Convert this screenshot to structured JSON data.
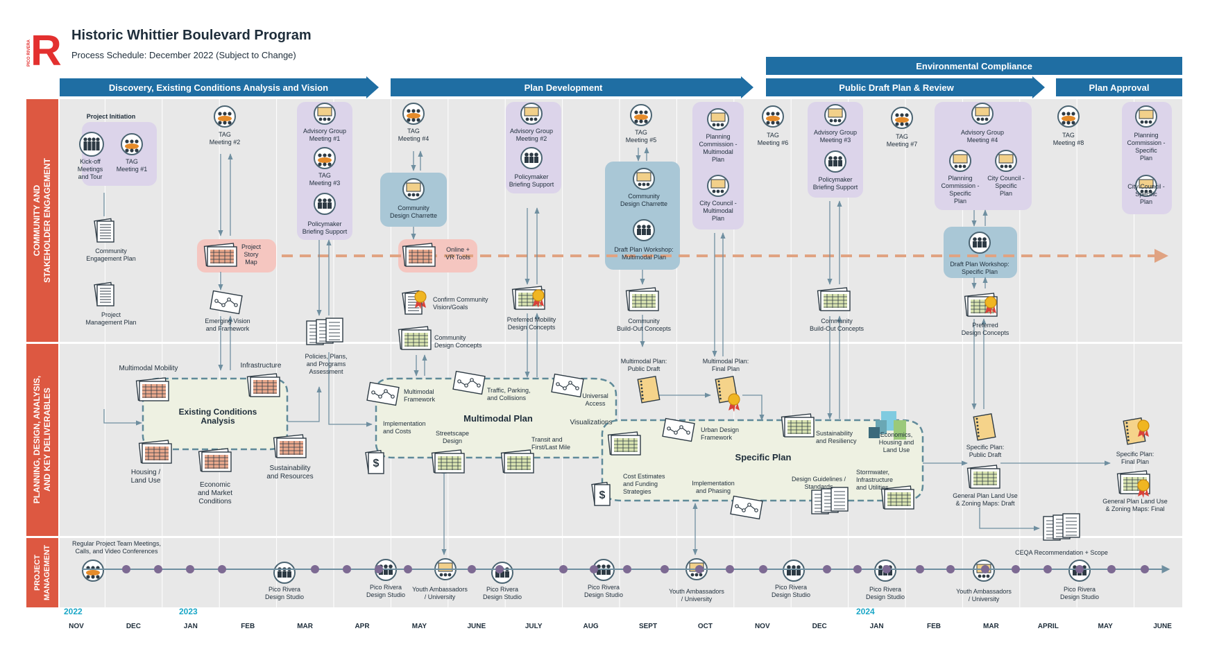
{
  "header": {
    "logo_letter": "R",
    "logo_side_text": "PICO RIVERA",
    "title": "Historic Whittier Boulevard Program",
    "subtitle": "Process Schedule: December 2022 (Subject to Change)"
  },
  "phases": {
    "discovery": "Discovery, Existing Conditions Analysis and Vision",
    "plan_development": "Plan Development",
    "public_draft": "Public Draft Plan & Review",
    "plan_approval": "Plan Approval",
    "environmental": "Environmental Compliance"
  },
  "lanes": {
    "community": [
      "COMMUNITY AND",
      "STAKEHOLDER ENGAGEMENT"
    ],
    "planning": [
      "PLANNING, DESIGN, ANALYSIS,",
      "AND KEY DELIVERABLES"
    ],
    "management": [
      "PROJECT",
      "MANAGEMENT"
    ]
  },
  "engagement": {
    "project_initiation": "Project Initiation",
    "kickoff": [
      "Kick-off",
      "Meetings",
      "and Tour"
    ],
    "tag1": [
      "TAG",
      "Meeting #1"
    ],
    "community_engagement_plan": [
      "Community",
      "Engagement Plan"
    ],
    "project_management_plan": [
      "Project",
      "Management Plan"
    ],
    "tag2": [
      "TAG",
      "Meeting #2"
    ],
    "story_map": [
      "Project",
      "Story",
      "Map"
    ],
    "emerging_vision": [
      "Emerging Vision",
      "and Framework"
    ],
    "advisory1": [
      "Advisory Group",
      "Meeting #1"
    ],
    "tag3": [
      "TAG",
      "Meeting #3"
    ],
    "policymaker1": [
      "Policymaker",
      "Briefing Support"
    ],
    "policies_assessment": [
      "Policies, Plans,",
      "and Programs",
      "Assessment"
    ],
    "tag4": [
      "TAG",
      "Meeting #4"
    ],
    "charrette1": [
      "Community",
      "Design Charrette"
    ],
    "online_vr": [
      "Online +",
      "VR Tools"
    ],
    "confirm_vision": [
      "Confirm Community",
      "Vision/Goals"
    ],
    "design_concepts": [
      "Community",
      "Design Concepts"
    ],
    "advisory2": [
      "Advisory Group",
      "Meeting #2"
    ],
    "policymaker2": [
      "Policymaker",
      "Briefing Support"
    ],
    "preferred_mobility": [
      "Preferred Mobility",
      "Design Concepts"
    ],
    "tag5": [
      "TAG",
      "Meeting #5"
    ],
    "charrette2": [
      "Community",
      "Design Charrette"
    ],
    "workshop_multimodal": [
      "Draft Plan Workshop:",
      "Multimodal Plan"
    ],
    "buildout1": [
      "Community",
      "Build-Out Concepts"
    ],
    "planning_commission_mm": [
      "Planning",
      "Commission -",
      "Multimodal",
      "Plan"
    ],
    "city_council_mm": [
      "City Council -",
      "Multimodal",
      "Plan"
    ],
    "tag6": [
      "TAG",
      "Meeting #6"
    ],
    "advisory3": [
      "Advisory Group",
      "Meeting #3"
    ],
    "policymaker3": [
      "Policymaker",
      "Briefing Support"
    ],
    "buildout2": [
      "Community",
      "Build-Out Concepts"
    ],
    "tag7": [
      "TAG",
      "Meeting #7"
    ],
    "advisory4": [
      "Advisory Group",
      "Meeting #4"
    ],
    "planning_commission_sp": [
      "Planning",
      "Commission -",
      "Specific",
      "Plan"
    ],
    "city_council_sp": [
      "City Council -",
      "Specific",
      "Plan"
    ],
    "workshop_specific": [
      "Draft Plan Workshop:",
      "Specific Plan"
    ],
    "preferred_design": [
      "Preferred",
      "Design Concepts"
    ],
    "tag8": [
      "TAG",
      "Meeting #8"
    ],
    "planning_commission_final": [
      "Planning",
      "Commission -",
      "Specific",
      "Plan"
    ],
    "city_council_final": [
      "City Council -",
      "Specific",
      "Plan"
    ]
  },
  "planning": {
    "multimodal_mobility": "Multimodal Mobility",
    "infrastructure": "Infrastructure",
    "existing_conditions": [
      "Existing Conditions",
      "Analysis"
    ],
    "housing": [
      "Housing /",
      "Land Use"
    ],
    "economic": [
      "Economic",
      "and Market",
      "Conditions"
    ],
    "sustainability": [
      "Sustainability",
      "and Resources"
    ],
    "multimodal_framework": [
      "Multimodal",
      "Framework"
    ],
    "traffic": [
      "Traffic, Parking,",
      "and Collisions"
    ],
    "universal_access": [
      "Universal",
      "Access"
    ],
    "multimodal_plan": "Multimodal Plan",
    "implementation_costs": [
      "Implementation",
      "and Costs"
    ],
    "streetscape": [
      "Streetscape",
      "Design"
    ],
    "transit": [
      "Transit and",
      "First/Last Mile"
    ],
    "visualizations": "Visualizations",
    "mm_public_draft": [
      "Multimodal Plan:",
      "Public Draft"
    ],
    "mm_final": [
      "Multimodal Plan:",
      "Final Plan"
    ],
    "urban_design": [
      "Urban Design",
      "Framework"
    ],
    "sustainability_resiliency": [
      "Sustainability",
      "and Resiliency"
    ],
    "economics_housing": [
      "Economics,",
      "Housing and",
      "Land Use"
    ],
    "specific_plan": "Specific Plan",
    "cost_estimates": [
      "Cost Estimates",
      "and Funding",
      "Strategies"
    ],
    "implementation_phasing": [
      "Implementation",
      "and Phasing"
    ],
    "design_guidelines": [
      "Design Guidelines /",
      "Standards"
    ],
    "stormwater": [
      "Stormwater,",
      "Infrastructure",
      "and Utilities"
    ],
    "sp_public_draft": [
      "Specific Plan:",
      "Public Draft"
    ],
    "gp_draft": [
      "General Plan Land Use",
      "& Zoning Maps: Draft"
    ],
    "sp_final": [
      "Specific Plan:",
      "Final Plan"
    ],
    "gp_final": [
      "General Plan Land Use",
      "& Zoning Maps: Final"
    ],
    "ceqa": "CEQA Recommendation + Scope"
  },
  "management": {
    "regular_meetings": [
      "Regular Project Team Meetings,",
      "Calls, and Video Conferences"
    ],
    "studio_1": [
      "Pico Rivera",
      "Design Studio"
    ],
    "studio_2": [
      "Pico Rivera",
      "Design Studio"
    ],
    "ambassadors_1": [
      "Youth Ambassadors",
      "/ University"
    ],
    "studio_3": [
      "Pico Rivera",
      "Design Studio"
    ],
    "studio_4": [
      "Pico Rivera",
      "Design Studio"
    ],
    "ambassadors_2": [
      "Youth Ambassadors",
      "/ University"
    ],
    "studio_5": [
      "Pico Rivera",
      "Design Studio"
    ],
    "studio_6": [
      "Pico Rivera",
      "Design Studio"
    ],
    "ambassadors_3": [
      "Youth Ambassadors",
      "/ University"
    ],
    "studio_7": [
      "Pico Rivera",
      "Design Studio"
    ]
  },
  "timeline": {
    "years": [
      "2022",
      "2023",
      "2024"
    ],
    "months": [
      "NOV",
      "DEC",
      "JAN",
      "FEB",
      "MAR",
      "APR",
      "MAY",
      "JUNE",
      "JULY",
      "AUG",
      "SEPT",
      "OCT",
      "NOV",
      "DEC",
      "JAN",
      "FEB",
      "MAR",
      "APRIL",
      "MAY",
      "JUNE"
    ]
  },
  "colors": {
    "phase_blue": "#1f6ea3",
    "lane_red": "#dd5841",
    "purple_box": "#dcd4ea",
    "pink_box": "#f5c6c0",
    "teal_box": "#a9c7d6",
    "cloud_fill": "#eef1e2",
    "cloud_stroke": "#5f8a99",
    "orange_dash": "#e0a382",
    "dot_purple": "#7d6a93",
    "year_teal": "#1aa7c7"
  },
  "icons": {
    "meeting": "meeting-group-icon",
    "document": "document-icon",
    "map": "map-icon",
    "flow": "flow-diagram-icon",
    "award": "award-ribbon-icon",
    "notebook": "notebook-icon",
    "money": "dollar-document-icon",
    "buildings": "city-buildings-icon"
  }
}
